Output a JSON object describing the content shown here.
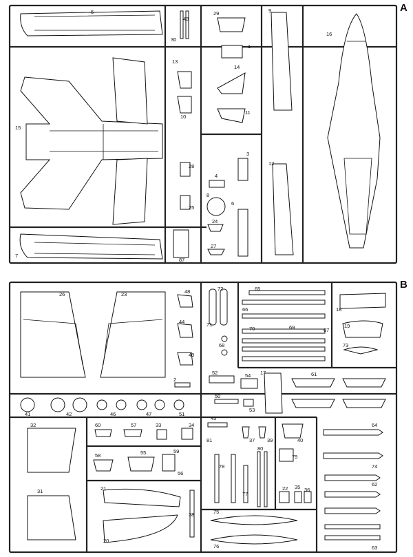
{
  "sprues": [
    {
      "letter": "A",
      "parts": [
        "5",
        "30",
        "43",
        "29",
        "1",
        "9",
        "16",
        "13",
        "14",
        "10",
        "11",
        "15",
        "28",
        "4",
        "3",
        "12",
        "8",
        "25",
        "6",
        "24",
        "27",
        "7",
        "87"
      ]
    },
    {
      "letter": "B",
      "parts": [
        "26",
        "23",
        "48",
        "72",
        "65",
        "18",
        "44",
        "71",
        "68",
        "66",
        "69",
        "19",
        "70",
        "67",
        "73",
        "49",
        "2",
        "52",
        "54",
        "17",
        "61",
        "50",
        "53",
        "41",
        "42",
        "46",
        "47",
        "51",
        "60",
        "57",
        "33",
        "34",
        "45",
        "81",
        "37",
        "39",
        "40",
        "64",
        "32",
        "58",
        "55",
        "59",
        "56",
        "79",
        "78",
        "77",
        "80",
        "74",
        "31",
        "21",
        "22",
        "35",
        "36",
        "62",
        "38",
        "75",
        "20",
        "76",
        "63"
      ]
    }
  ]
}
